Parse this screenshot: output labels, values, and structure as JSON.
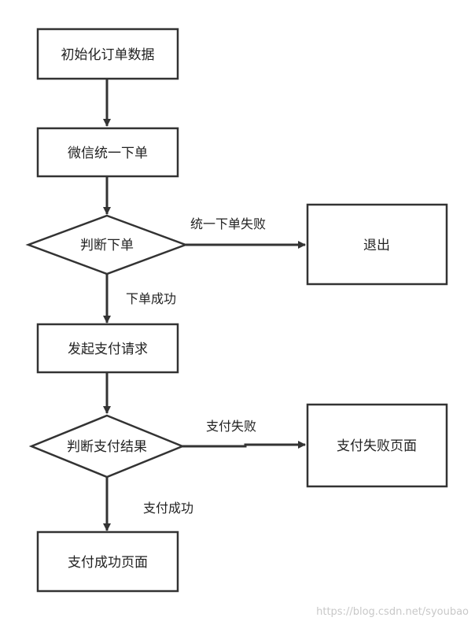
{
  "colors": {
    "stroke": "#333333",
    "fill": "#ffffff",
    "text": "#222222",
    "watermark": "#c8c8c8"
  },
  "nodes": {
    "init_order": "初始化订单数据",
    "wechat_order": "微信统一下单",
    "check_order": "判断下单",
    "exit": "退出",
    "start_pay": "发起支付请求",
    "check_pay": "判断支付结果",
    "pay_fail_page": "支付失败页面",
    "pay_success_page": "支付成功页面"
  },
  "edges": {
    "order_fail": "统一下单失败",
    "order_success": "下单成功",
    "pay_fail": "支付失败",
    "pay_success": "支付成功"
  },
  "watermark": "https://blog.csdn.net/syoubao"
}
